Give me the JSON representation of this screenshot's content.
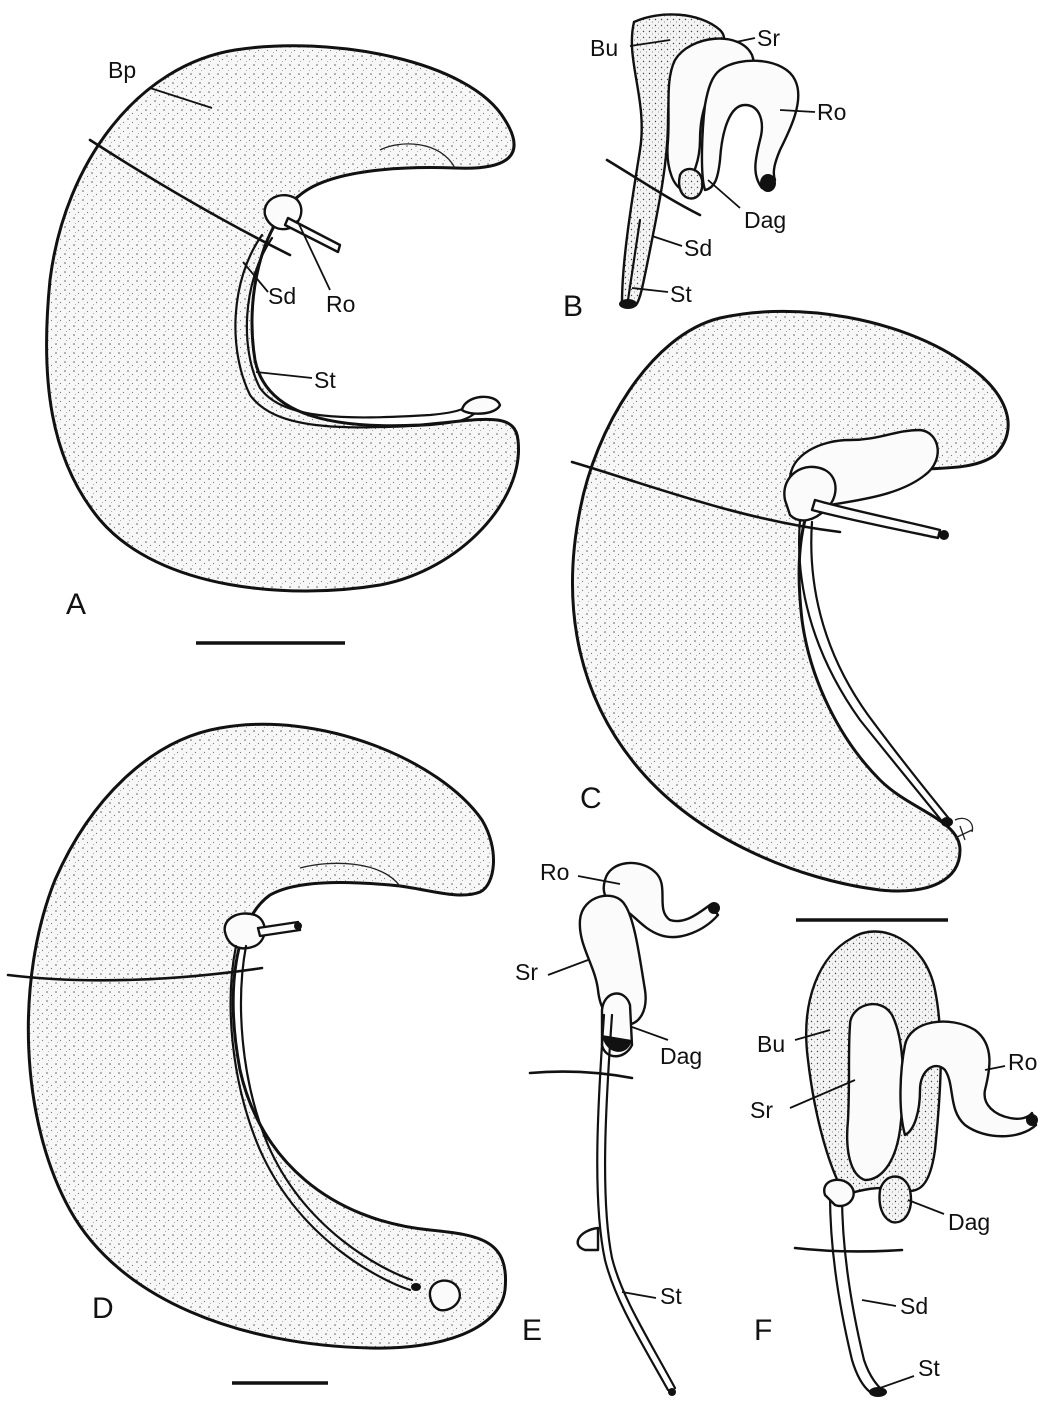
{
  "panels": [
    {
      "letter": "A"
    },
    {
      "letter": "B"
    },
    {
      "letter": "C"
    },
    {
      "letter": "D"
    },
    {
      "letter": "E"
    },
    {
      "letter": "F"
    }
  ],
  "labels": {
    "a_bp": "Bp",
    "a_sd": "Sd",
    "a_ro": "Ro",
    "a_st": "St",
    "b_bu": "Bu",
    "b_sr": "Sr",
    "b_ro": "Ro",
    "b_dag": "Dag",
    "b_sd": "Sd",
    "b_st": "St",
    "e_ro": "Ro",
    "e_sr": "Sr",
    "e_dag": "Dag",
    "e_st": "St",
    "f_bu": "Bu",
    "f_ro": "Ro",
    "f_sr": "Sr",
    "f_dag": "Dag",
    "f_sd": "Sd",
    "f_st": "St"
  }
}
